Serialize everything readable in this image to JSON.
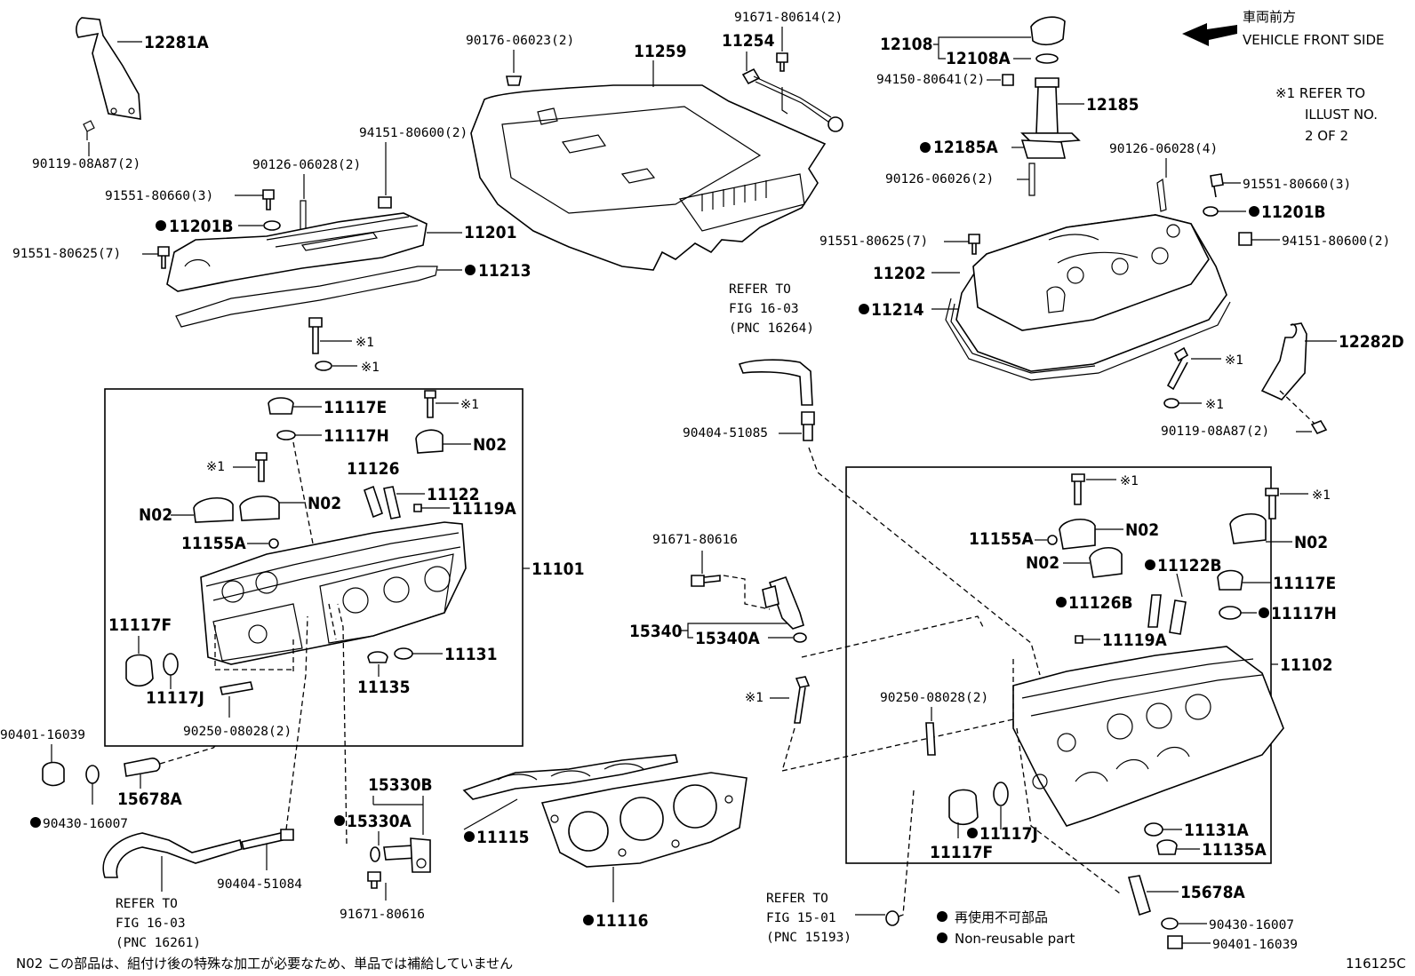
{
  "header": {
    "front_jp": "車両前方",
    "front_en": "VEHICLE FRONT SIDE",
    "note_line1": "※1 REFER TO",
    "note_line2": "ILLUST NO.",
    "note_line3": "2 OF 2"
  },
  "refs": {
    "r1_l1": "REFER TO",
    "r1_l2": "FIG 16-03",
    "r1_l3": "(PNC 16264)",
    "r2_l1": "REFER TO",
    "r2_l2": "FIG 16-03",
    "r2_l3": "(PNC 16261)",
    "r3_l1": "REFER TO",
    "r3_l2": "FIG 15-01",
    "r3_l3": "(PNC 15193)"
  },
  "legend": {
    "jp": "再使用不可部品",
    "en": "Non-reusable part"
  },
  "footer": {
    "note": "N02  この部品は、組付け後の特殊な加工が必要なため、単品では補給していません",
    "code": "116125C"
  },
  "labels": {
    "p12281A": "12281A",
    "p90119_l": "90119-08A87(2)",
    "p90176": "90176-06023(2)",
    "p11259": "11259",
    "p11254": "11254",
    "p91671_614": "91671-80614(2)",
    "p12108": "12108",
    "p12108A": "12108A",
    "p94150": "94150-80641(2)",
    "p12185": "12185",
    "p12185A": "12185A",
    "p90126_26": "90126-06026(2)",
    "p90126_28_r": "90126-06028(4)",
    "p91551_660_r": "91551-80660(3)",
    "p11201B_r": "11201B",
    "p94151_r": "94151-80600(2)",
    "p91551_625_r": "91551-80625(7)",
    "p11202": "11202",
    "p11214": "11214",
    "p12282D": "12282D",
    "p90119_r": "90119-08A87(2)",
    "p94151_l": "94151-80600(2)",
    "p90126_28_l": "90126-06028(2)",
    "p91551_660_l": "91551-80660(3)",
    "p11201B_l": "11201B",
    "p11201": "11201",
    "p91551_625_l": "91551-80625(7)",
    "p11213": "11213",
    "x1_a": "※1",
    "x1_b": "※1",
    "p11117E_l": "11117E",
    "p11117H_l": "11117H",
    "x1_c": "※1",
    "pN02_a": "N02",
    "x1_d": "※1",
    "p11126": "11126",
    "p11122": "11122",
    "p11119A_l": "11119A",
    "pN02_b": "N02",
    "pN02_c": "N02",
    "p11155A_l": "11155A",
    "p11101": "11101",
    "p11117F_l": "11117F",
    "p11117J_l": "11117J",
    "p90250_l": "90250-08028(2)",
    "p11131": "11131",
    "p11135": "11135",
    "p90401_l": "90401-16039",
    "p90430_l": "90430-16007",
    "p15678A_l": "15678A",
    "p15330B": "15330B",
    "p15330A": "15330A",
    "p11115": "11115",
    "p90404_84": "90404-51084",
    "p91671_616_b": "91671-80616",
    "p11116": "11116",
    "p90404_85": "90404-51085",
    "p91671_616_a": "91671-80616",
    "p15340": "15340",
    "p15340A": "15340A",
    "x1_e": "※1",
    "x1_f": "※1",
    "x1_g": "※1",
    "x1_h": "※1",
    "x1_i": "※1",
    "p11155A_r": "11155A",
    "pN02_d": "N02",
    "pN02_e": "N02",
    "pN02_f": "N02",
    "p11122B": "11122B",
    "p11117E_r": "11117E",
    "p11126B": "11126B",
    "p11117H_r": "11117H",
    "p11119A_r": "11119A",
    "p11102": "11102",
    "p90250_r": "90250-08028(2)",
    "p11117J_r": "11117J",
    "p11117F_r": "11117F",
    "p11131A": "11131A",
    "p11135A": "11135A",
    "p15678A_r": "15678A",
    "p90430_r": "90430-16007",
    "p90401_r": "90401-16039"
  }
}
